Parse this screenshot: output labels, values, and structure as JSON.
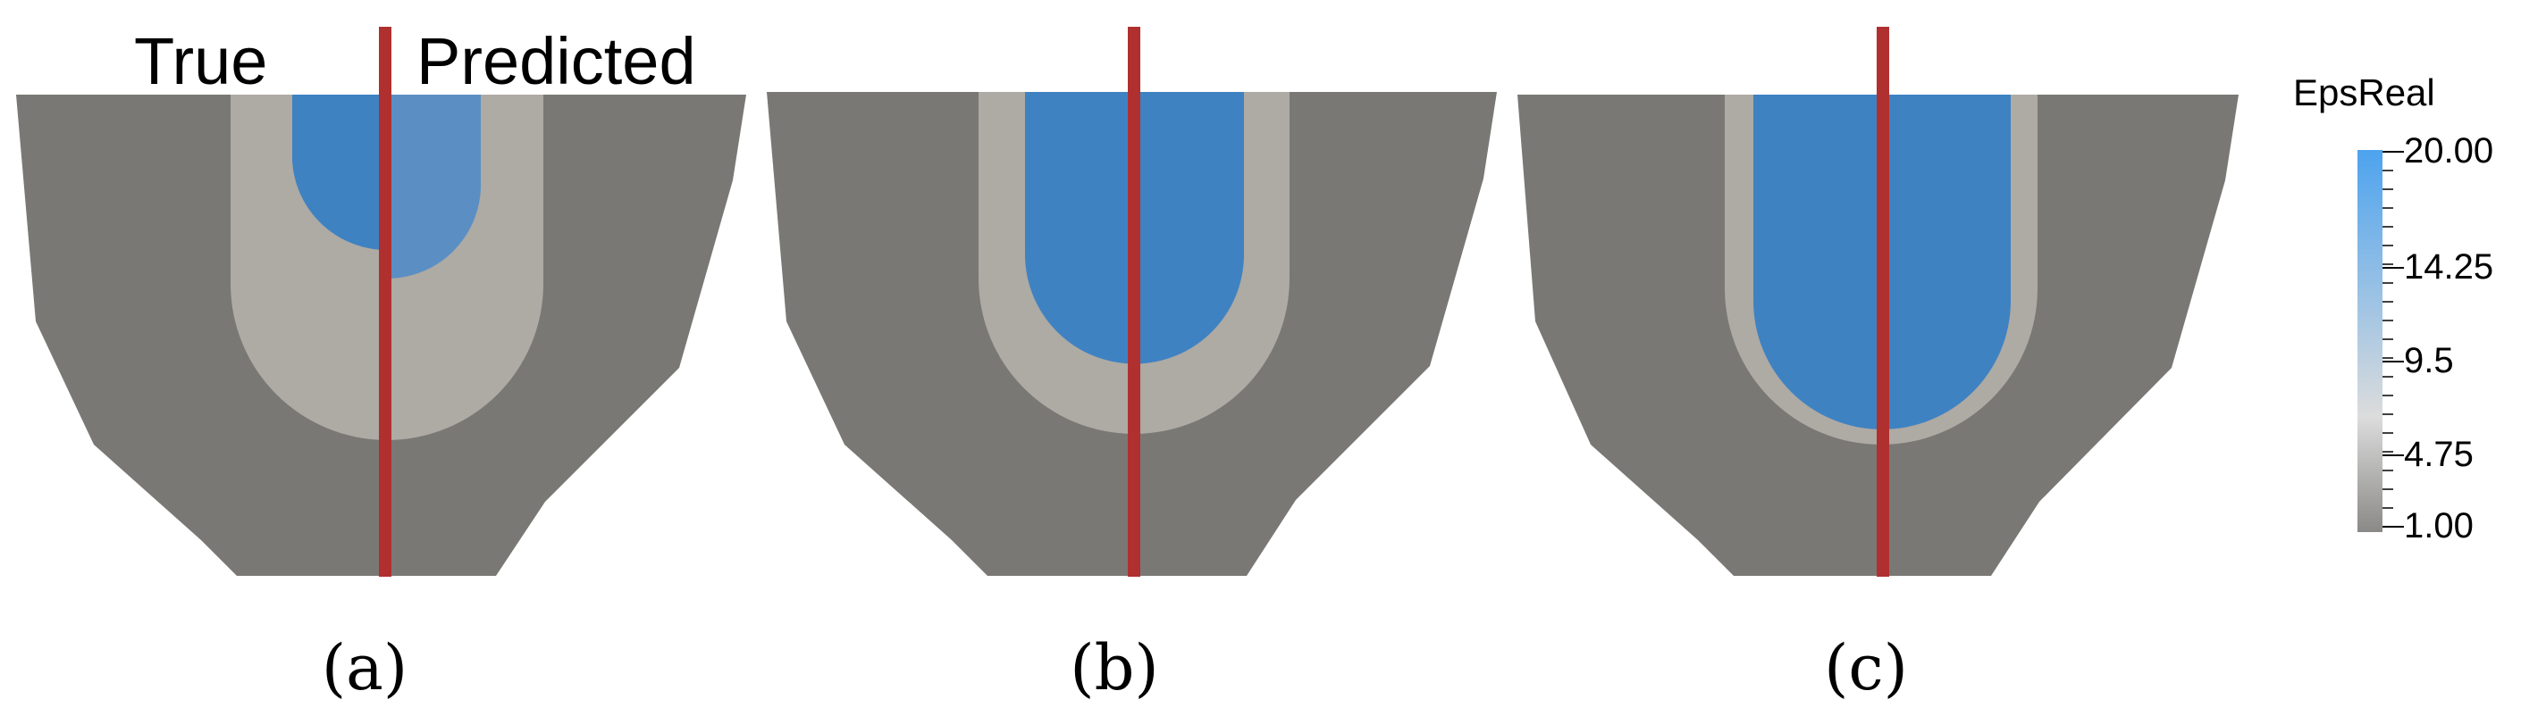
{
  "panel_a": {
    "true_label": "True",
    "predicted_label": "Predicted",
    "caption": "(a)"
  },
  "panel_b": {
    "caption": "(b)"
  },
  "panel_c": {
    "caption": "(c)"
  },
  "colorbar": {
    "title": "EpsReal",
    "ticks": [
      "20.00",
      "14.25",
      "9.5",
      "4.75",
      "1.00"
    ],
    "range": [
      1.0,
      20.0
    ],
    "colors": {
      "low": "#8a8987",
      "mid": "#dcdcdc",
      "high": "#4da3ee"
    }
  },
  "colors": {
    "outer_region": "#7a7874",
    "middle_region": "#aeaaa4",
    "inner_true": "#3f82c2",
    "inner_predicted": "#5b8fc4",
    "divider_line": "#b03030"
  }
}
